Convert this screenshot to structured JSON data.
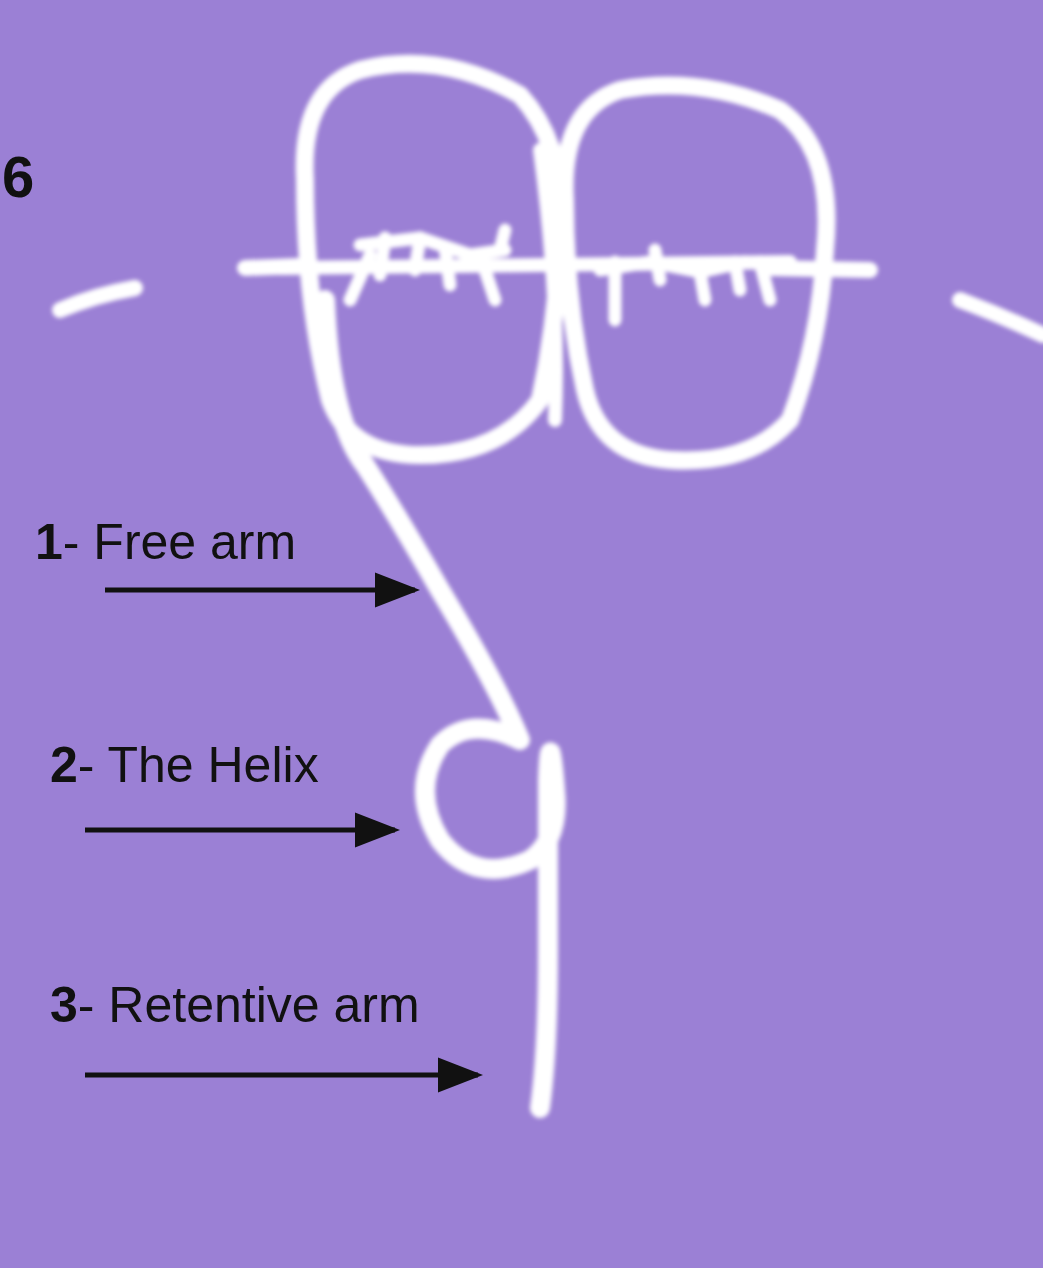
{
  "diagram": {
    "labels": [
      "6",
      "1- Free arm",
      "2- The Helix",
      "3- Retentive arm"
    ]
  }
}
